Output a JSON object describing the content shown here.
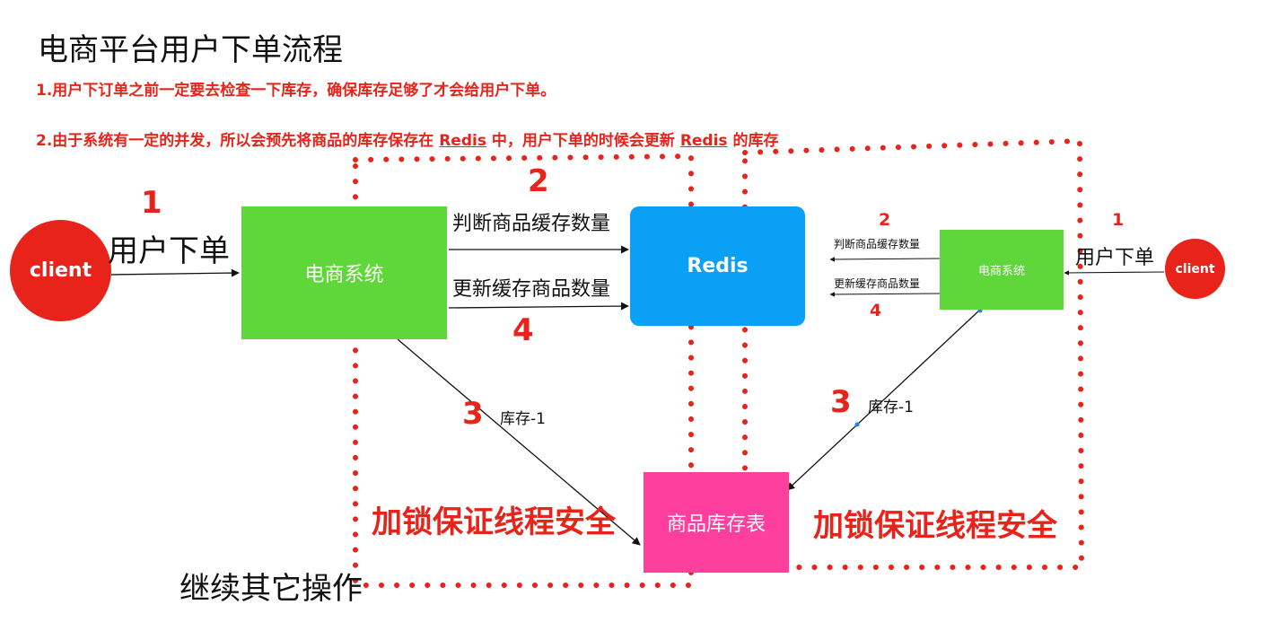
{
  "title": "电商平台用户下单流程",
  "notes": [
    "1.用户下订单之前一定要去检查一下库存，确保库存足够了才会给用户下单。",
    {
      "prefix": "2.由于系统有一定的并发，所以会预先将商品的库存保存在 ",
      "redis1": "Redis",
      "middle": " 中，用户下单的时候会更新 ",
      "redis2": "Redis",
      "suffix": " 的库存"
    }
  ],
  "left": {
    "client": "client",
    "step1": "1",
    "order_label": "用户下单",
    "system": "电商系统",
    "step2": "2",
    "check_label": "判断商品缓存数量",
    "update_label": "更新缓存商品数量",
    "step4": "4",
    "step3": "3",
    "stock_label": "库存-1",
    "lock_label": "加锁保证线程安全",
    "continue_label": "继续其它操作"
  },
  "center": {
    "redis": "Redis",
    "inventory_table": "商品库存表"
  },
  "right": {
    "client": "client",
    "step1": "1",
    "order_label": "用户下单",
    "system": "电商系统",
    "step2": "2",
    "check_label": "判断商品缓存数量",
    "update_label": "更新缓存商品数量",
    "step4": "4",
    "step3": "3",
    "stock_label": "库存-1",
    "lock_label": "加锁保证线程安全"
  },
  "colors": {
    "accent_red": "#e8241a",
    "system_green": "#5fd63a",
    "redis_blue": "#0aa0f5",
    "table_pink": "#ff3f9e",
    "dotted_border": "#e8241a"
  }
}
